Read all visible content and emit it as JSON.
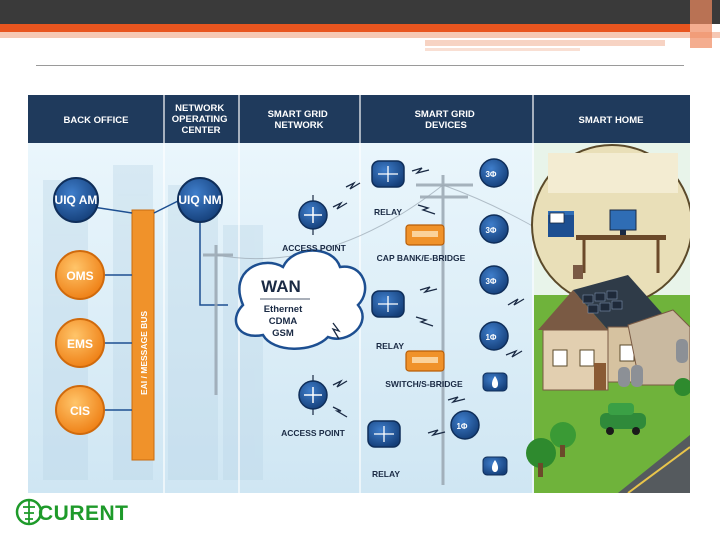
{
  "headers": [
    "BACK OFFICE",
    "NETWORK OPERATING CENTER",
    "SMART GRID NETWORK",
    "SMART GRID DEVICES",
    "SMART HOME"
  ],
  "header_lines": [
    [
      "BACK OFFICE"
    ],
    [
      "NETWORK",
      "OPERATING",
      "CENTER"
    ],
    [
      "SMART GRID",
      "NETWORK"
    ],
    [
      "SMART GRID",
      "DEVICES"
    ],
    [
      "SMART HOME"
    ]
  ],
  "back_office": {
    "uiq_am": "UIQ AM",
    "oms": "OMS",
    "ems": "EMS",
    "cis": "CIS",
    "bus": "EAI / MESSAGE BUS"
  },
  "noc": {
    "uiq_nm": "UIQ NM"
  },
  "wan": {
    "title": "WAN",
    "lines": [
      "Ethernet",
      "CDMA",
      "GSM"
    ]
  },
  "network_labels": {
    "access_point_1": "ACCESS POINT",
    "access_point_2": "ACCESS POINT"
  },
  "device_labels": {
    "relay_1": "RELAY",
    "cap_bank": "CAP BANK/E-BRIDGE",
    "relay_2": "RELAY",
    "switch": "SWITCH/S-BRIDGE",
    "relay_3": "RELAY"
  },
  "meters": [
    "3Φ",
    "3Φ",
    "3Φ",
    "1Φ",
    "1Φ"
  ],
  "logo_text": "CURENT",
  "colors": {
    "header": "#1f3a5c",
    "orange": "#f0922a",
    "blue_node": "#1d4f91",
    "sky": "#cfe8f5",
    "ground": "#7bbf3c"
  }
}
